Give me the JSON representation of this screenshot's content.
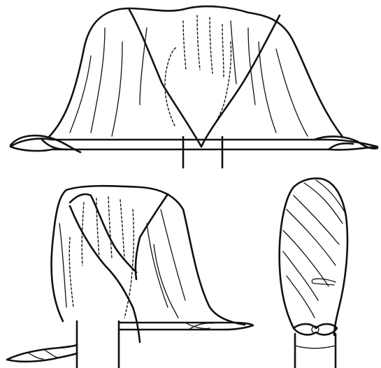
{
  "figure": {
    "panels": [
      {
        "id": "panel-top",
        "description_label": ""
      },
      {
        "id": "panel-bottom-left",
        "description_label": ""
      },
      {
        "id": "panel-bottom-right",
        "description_label": ""
      }
    ],
    "colors": {
      "ink": "#111111",
      "background": "#ffffff"
    }
  }
}
